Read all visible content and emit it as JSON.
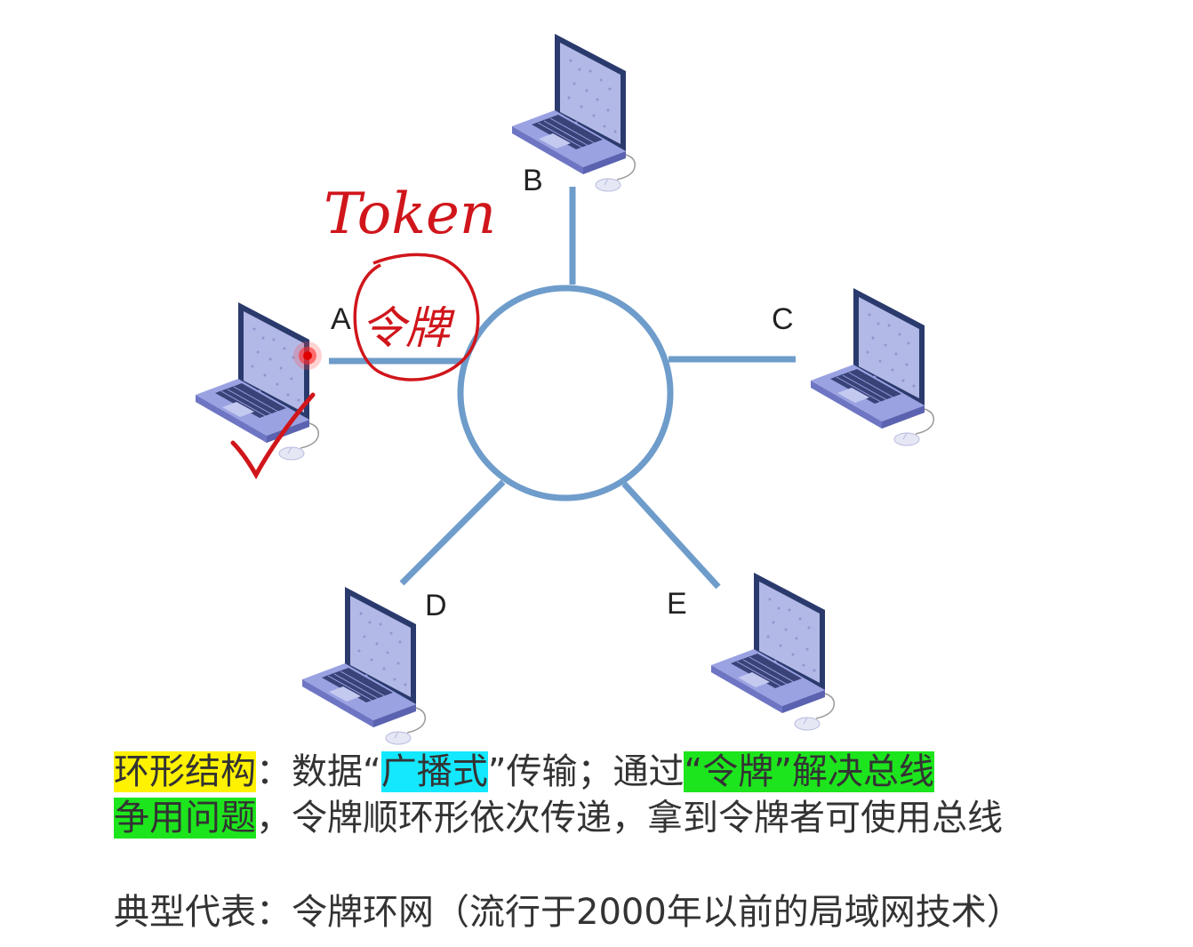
{
  "nodes": {
    "a": "A",
    "b": "B",
    "c": "C",
    "d": "D",
    "e": "E"
  },
  "annotation": {
    "token_word": "Token",
    "token_chinese": "令牌"
  },
  "description": {
    "line1": {
      "part1": "环形结构",
      "part2": "：数据“",
      "part3": "广播式",
      "part4": "”传输；通过",
      "part5": "“令牌”解决总线"
    },
    "line2": {
      "part1": "争用问题",
      "part2": "，令牌顺环形依次传递，拿到令牌者可使用总线"
    },
    "line3": "典型代表：令牌环网（流行于2000年以前的局域网技术）"
  },
  "colors": {
    "link": "#6e9ccb",
    "annotation_red": "#d0161b",
    "highlight_yellow": "#fff200",
    "highlight_cyan": "#13e8ff",
    "highlight_green": "#1de51d"
  }
}
